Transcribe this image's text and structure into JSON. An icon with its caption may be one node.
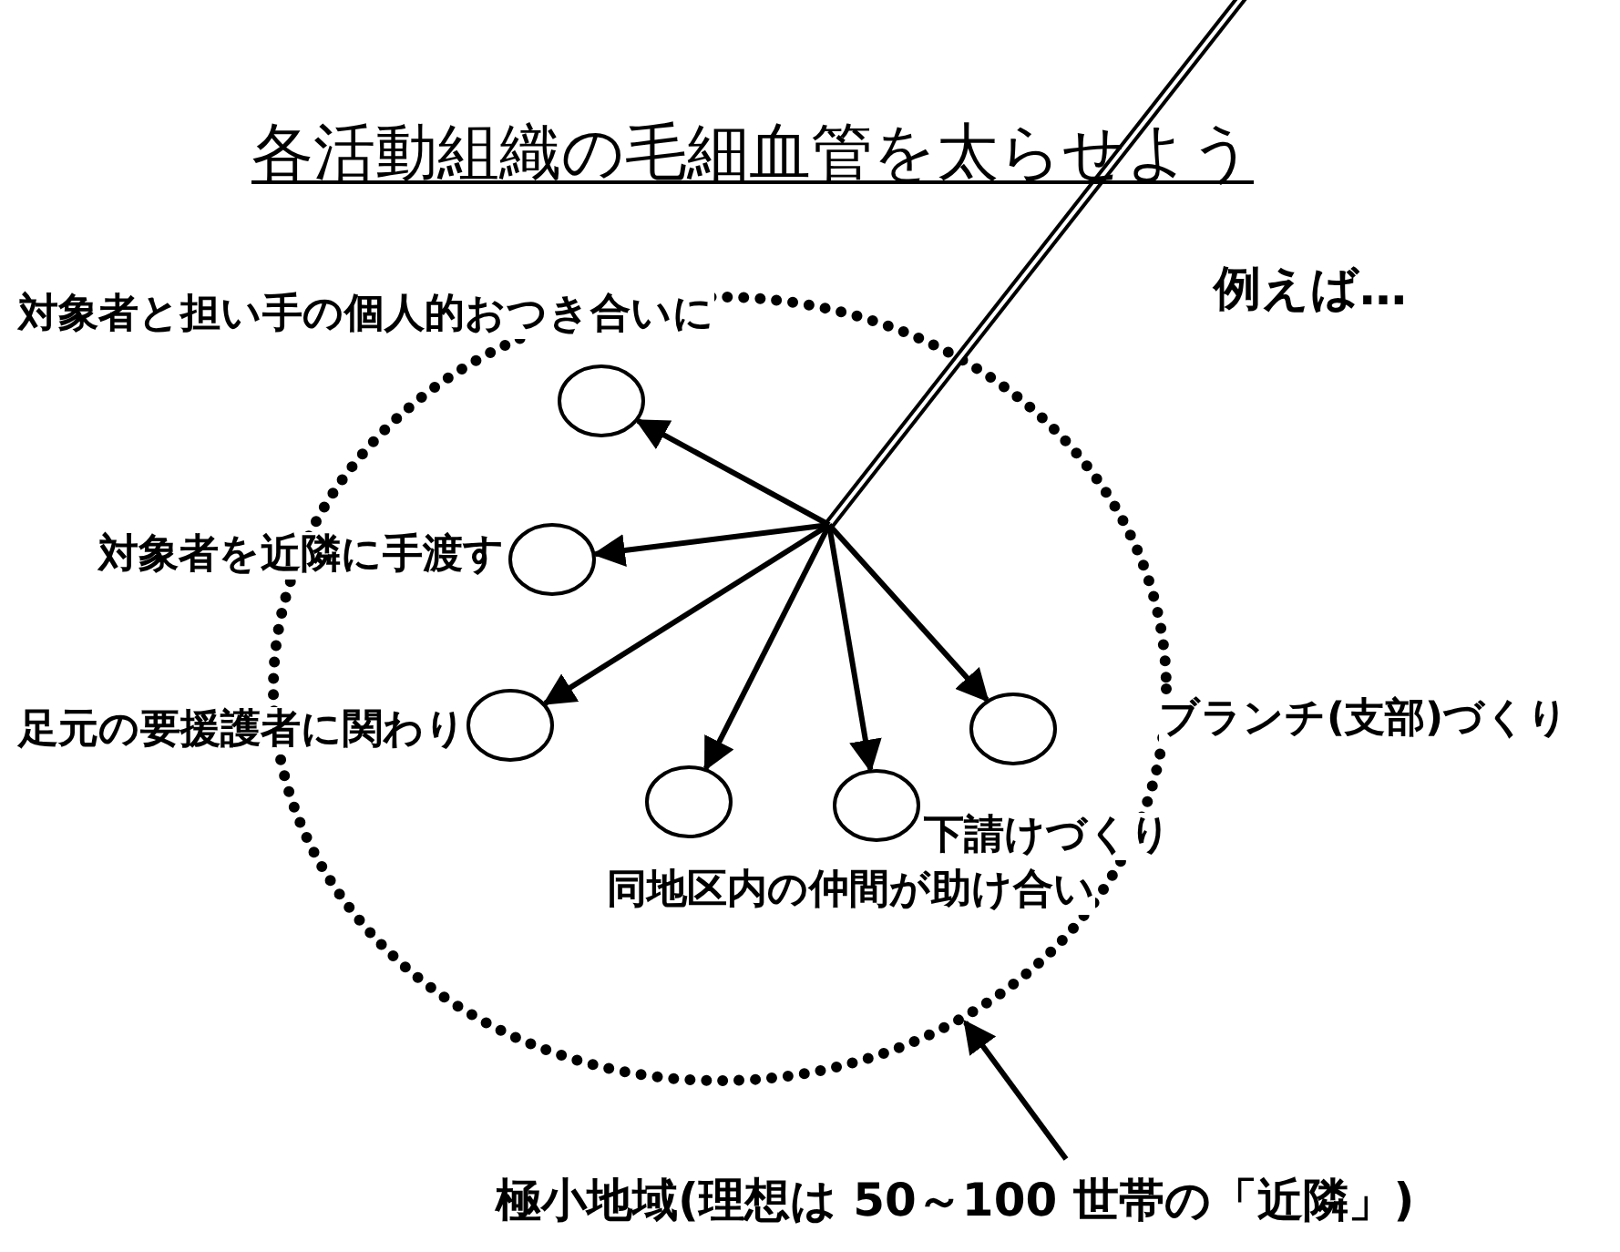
{
  "diagram": {
    "title": "各活動組織の毛細血管を太らせよう",
    "nodes": [
      {
        "text": [],
        "shape": "circle"
      },
      {
        "text": [],
        "shape": "circle",
        "in": 0,
        "beside": [
          "対象者と担い手の個人的おつき合いに"
        ]
      },
      {
        "text": [],
        "shape": "circle",
        "in": 0,
        "beside": [
          "対象者を近隣に手渡す"
        ]
      },
      {
        "text": [],
        "shape": "circle",
        "in": 0,
        "beside": [
          "足元の要援護者に関わり"
        ]
      },
      {
        "text": [],
        "shape": "circle",
        "in": 0,
        "beside": [
          "同地区内の仲間が助け合い"
        ]
      },
      {
        "text": [],
        "shape": "circle",
        "in": 0,
        "beside": [
          "下請けづくり"
        ]
      },
      {
        "text": [],
        "shape": "circle",
        "in": 0,
        "beside": [
          "ブランチ(支部)づくり"
        ]
      },
      {
        "text": [
          "極小地域(理想は 50～100 世帯の「近隣」)"
        ]
      }
    ],
    "edges": [
      {
        "from": null,
        "to": 1,
        "arrow": "to"
      },
      {
        "from": null,
        "to": 2,
        "arrow": "to"
      },
      {
        "from": null,
        "to": 3,
        "arrow": "to"
      },
      {
        "from": null,
        "to": 4,
        "arrow": "to"
      },
      {
        "from": null,
        "to": 5,
        "arrow": "to"
      },
      {
        "from": null,
        "to": 6,
        "arrow": "to"
      },
      {
        "from": 7,
        "to": 0,
        "arrow": "to"
      }
    ],
    "labels": [
      "例えば…"
    ]
  }
}
